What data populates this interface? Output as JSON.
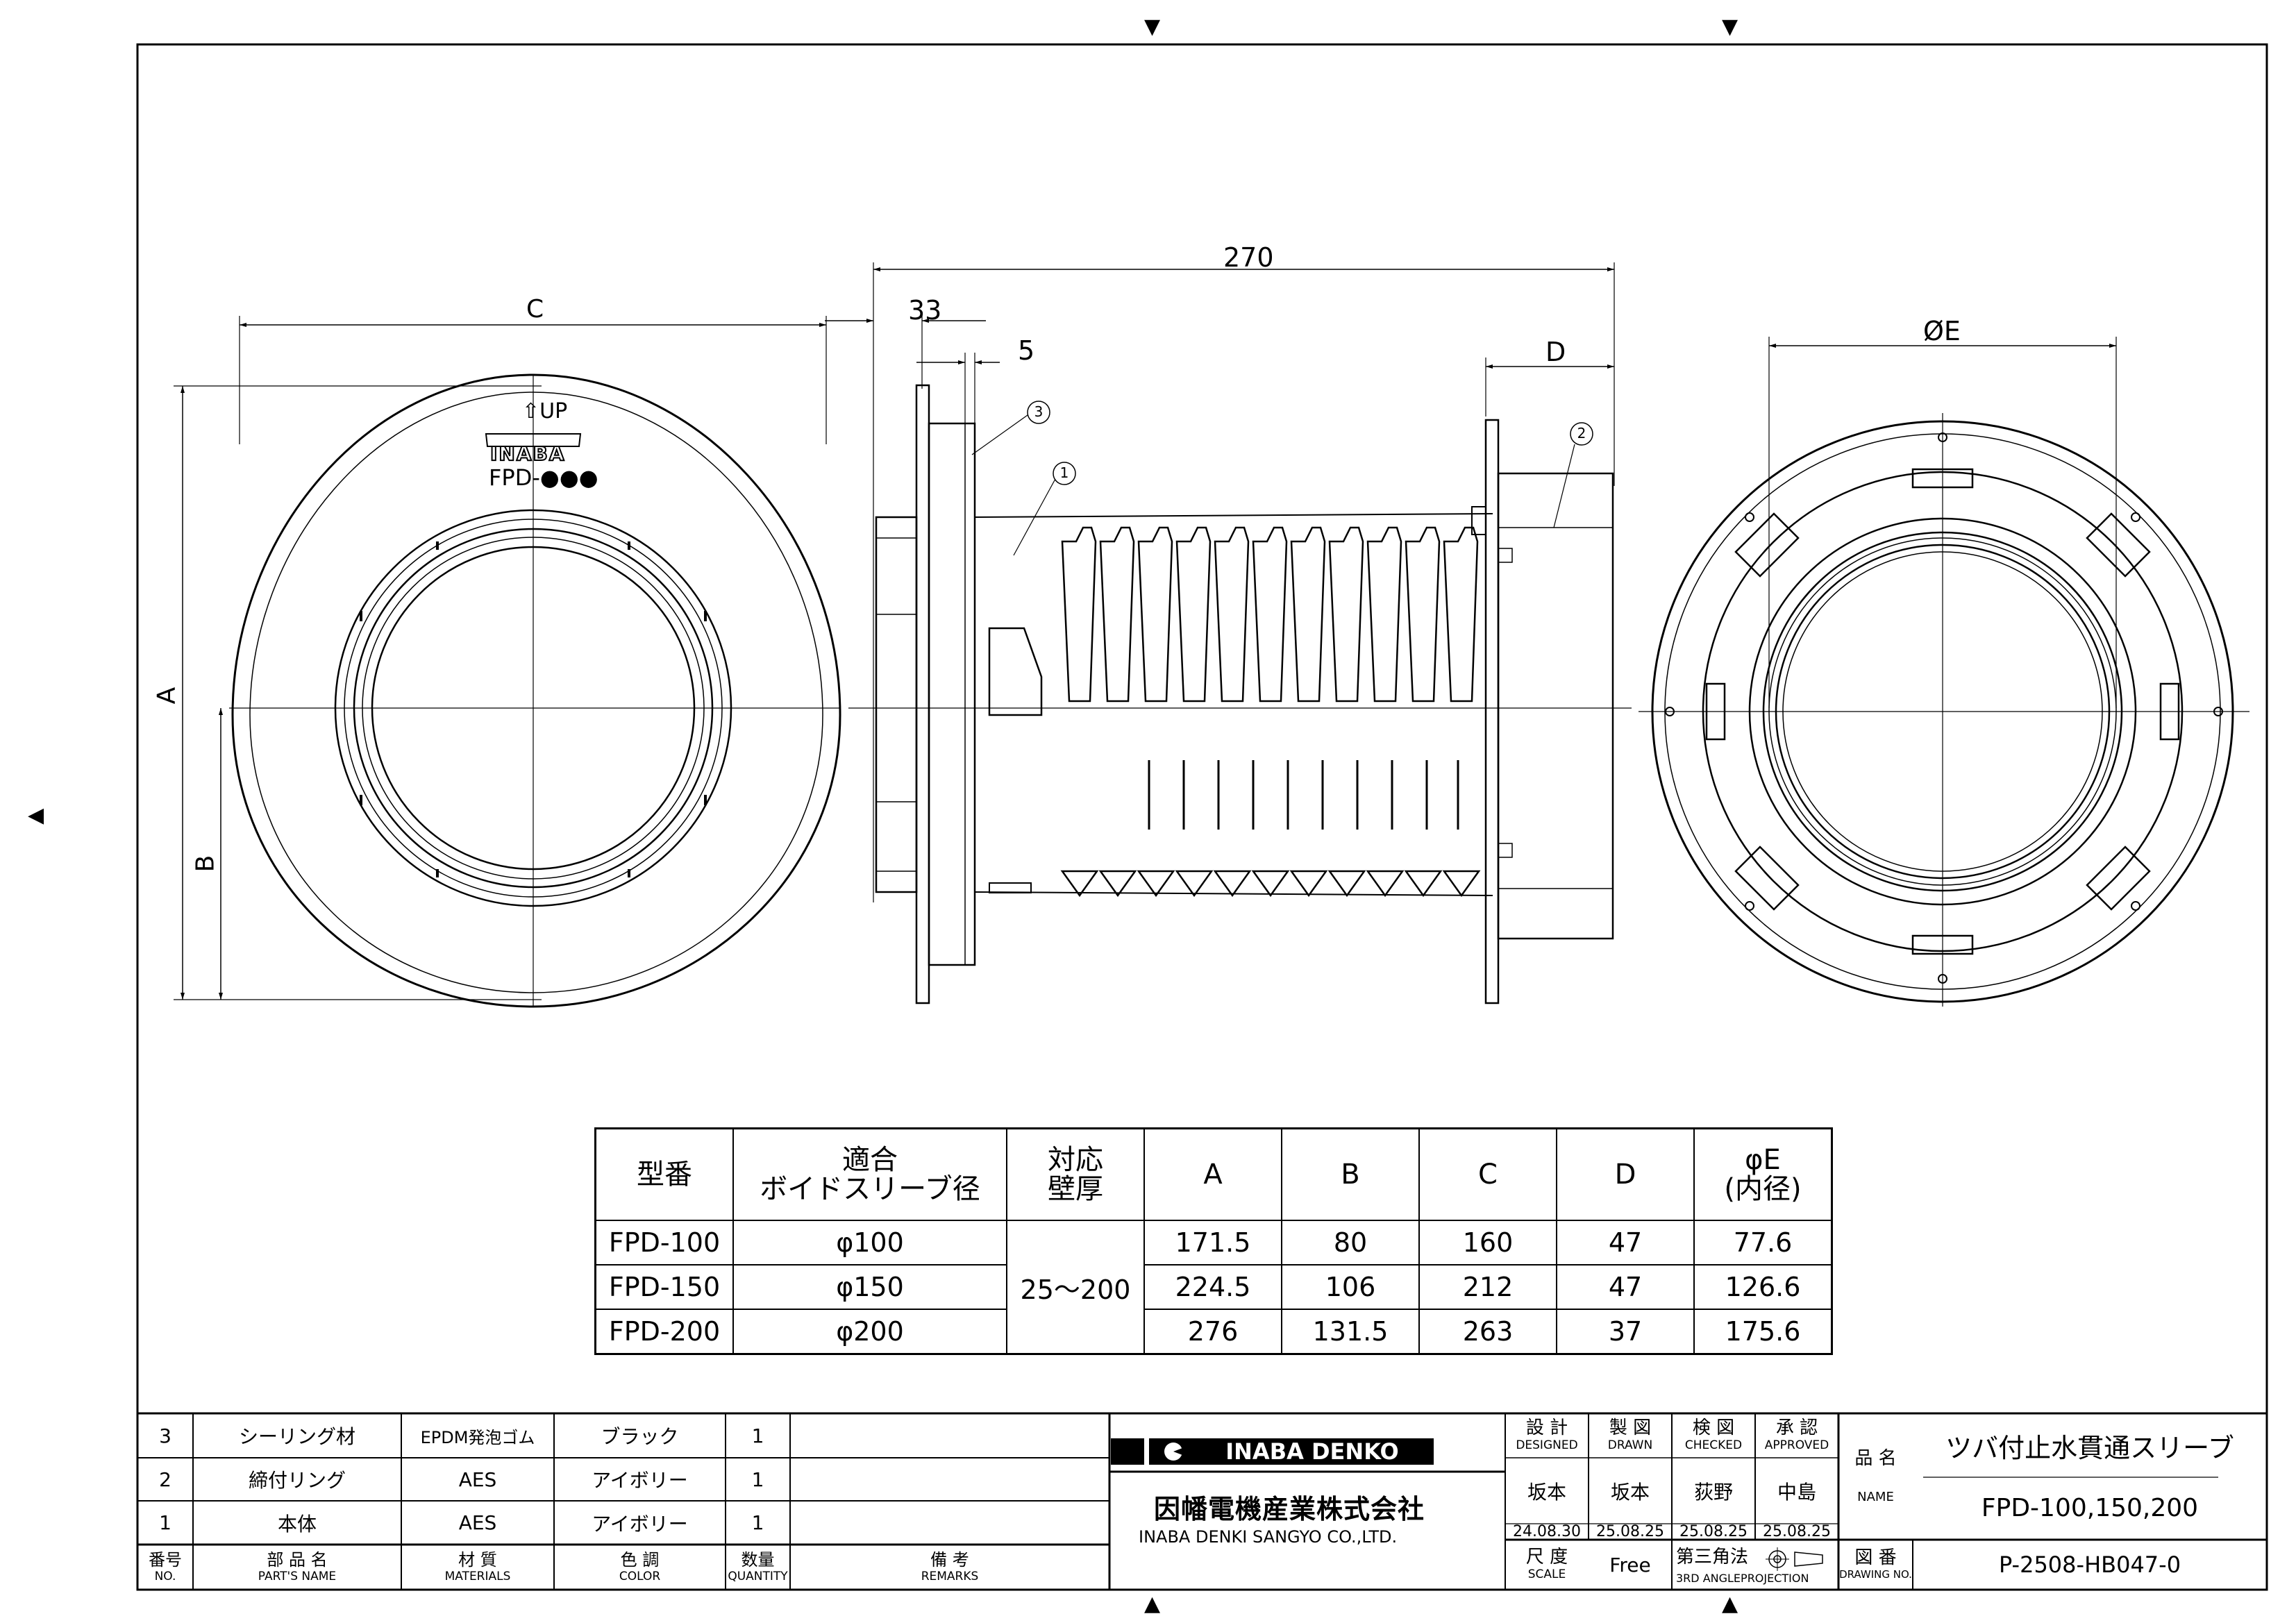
{
  "markers": {
    "down": "▼",
    "up": "▲",
    "left": "◀"
  },
  "dims": {
    "c": "C",
    "a": "A",
    "b": "B",
    "len270": "270",
    "d33": "33",
    "d5": "5",
    "d": "D",
    "phi_e": "ØE",
    "up": "UP",
    "brand": "INABA",
    "model_mark": "FPD-●●●",
    "balloon1": "1",
    "balloon2": "2",
    "balloon3": "3"
  },
  "spec_table": {
    "headers": [
      "型番",
      "適合\nボイドスリーブ径",
      "対応\n壁厚",
      "A",
      "B",
      "C",
      "D",
      "φE\n(内径)"
    ],
    "wall": "25～200",
    "rows": [
      {
        "model": "FPD-100",
        "void": "φ100",
        "a": "171.5",
        "b": "80",
        "c": "160",
        "d": "47",
        "e": "77.6"
      },
      {
        "model": "FPD-150",
        "void": "φ150",
        "a": "224.5",
        "b": "106",
        "c": "212",
        "d": "47",
        "e": "126.6"
      },
      {
        "model": "FPD-200",
        "void": "φ200",
        "a": "276",
        "b": "131.5",
        "c": "263",
        "d": "37",
        "e": "175.6"
      }
    ]
  },
  "parts": {
    "rows": [
      {
        "no": "3",
        "name": "シーリング材",
        "material": "EPDM発泡ゴム",
        "color": "ブラック",
        "qty": "1"
      },
      {
        "no": "2",
        "name": "締付リング",
        "material": "AES",
        "color": "アイボリー",
        "qty": "1"
      },
      {
        "no": "1",
        "name": "本体",
        "material": "AES",
        "color": "アイボリー",
        "qty": "1"
      }
    ],
    "headers": [
      {
        "jp": "番号",
        "en": "NO."
      },
      {
        "jp": "部 品 名",
        "en": "PART'S NAME"
      },
      {
        "jp": "材 質",
        "en": "MATERIALS"
      },
      {
        "jp": "色 調",
        "en": "COLOR"
      },
      {
        "jp": "数量",
        "en": "QUANTITY"
      },
      {
        "jp": "備 考",
        "en": "REMARKS"
      }
    ]
  },
  "title_block": {
    "brand": "INABA DENKO",
    "company_jp": "因幡電機産業株式会社",
    "company_en": "INABA DENKI SANGYO CO.,LTD.",
    "designed": {
      "jp": "設 計",
      "en": "DESIGNED",
      "name": "坂本",
      "date": "24.08.30"
    },
    "drawn": {
      "jp": "製 図",
      "en": "DRAWN",
      "name": "坂本",
      "date": "25.08.25"
    },
    "checked": {
      "jp": "検 図",
      "en": "CHECKED",
      "name": "荻野",
      "date": "25.08.25"
    },
    "approved": {
      "jp": "承 認",
      "en": "APPROVED",
      "name": "中島",
      "date": "25.08.25"
    },
    "scale": {
      "jp": "尺 度",
      "en": "SCALE",
      "value": "Free"
    },
    "projection": {
      "jp": "第三角法",
      "en": "3RD ANGLEPROJECTION"
    },
    "product": {
      "jp": "品 名",
      "en": "NAME",
      "name": "ツバ付止水貫通スリーブ",
      "models": "FPD-100,150,200"
    },
    "drawing_no": {
      "jp": "図 番",
      "en": "DRAWING NO.",
      "value": "P-2508-HB047-0"
    }
  }
}
